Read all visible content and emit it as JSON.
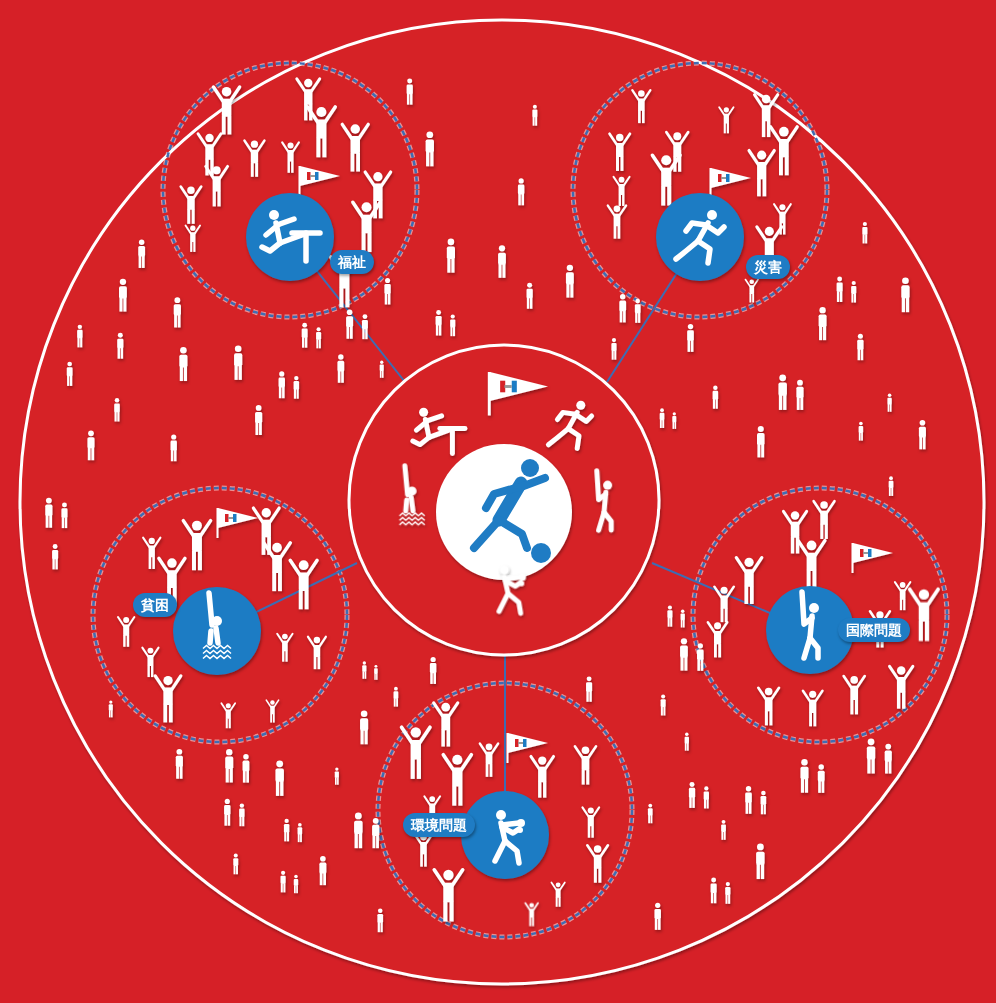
{
  "diagram": {
    "nodes": [
      {
        "text": [
          "福祉"
        ]
      },
      {
        "text": [
          "災害"
        ]
      },
      {
        "text": [
          "貧困"
        ]
      },
      {
        "text": [
          "国際問題"
        ]
      },
      {
        "text": [
          "環境問題"
        ]
      }
    ]
  }
}
